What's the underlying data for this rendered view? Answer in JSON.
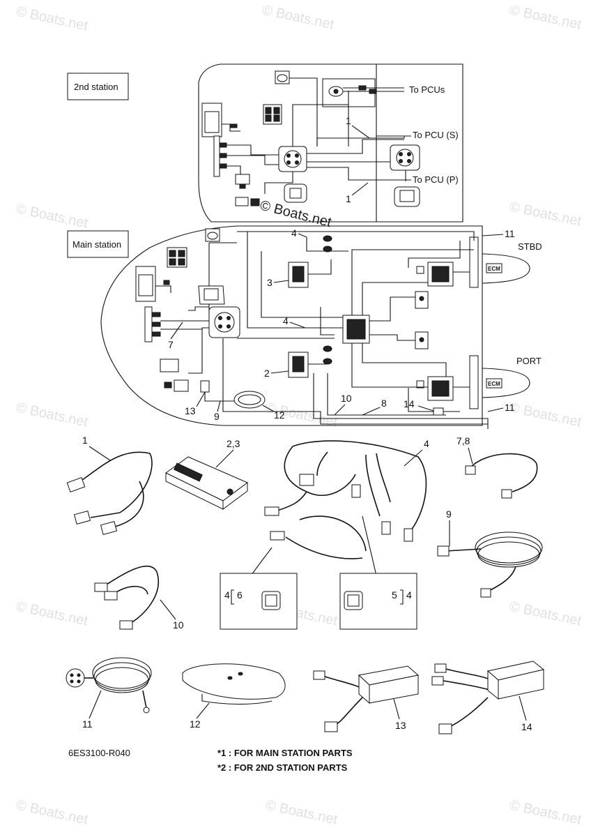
{
  "watermark": "© Boats.net",
  "diagram": {
    "second_station": {
      "title": "2nd station",
      "to_pcus": "To PCUs",
      "to_pcu_s": "To PCU (S)",
      "to_pcu_p": "To PCU (P)",
      "callouts": [
        "1",
        "1"
      ]
    },
    "main_station": {
      "title": "Main station",
      "stbd": "STBD",
      "port": "PORT",
      "ecm": "ECM",
      "callouts": [
        "11",
        "4",
        "3",
        "4",
        "7",
        "2",
        "13",
        "9",
        "12",
        "10",
        "8",
        "14",
        "11"
      ]
    },
    "parts": {
      "labels": [
        "1",
        "2,3",
        "4",
        "7,8",
        "9",
        "10",
        "11",
        "12",
        "13",
        "14"
      ],
      "detail_left": {
        "outer": "4",
        "inner": "6"
      },
      "detail_right": {
        "inner": "5",
        "outer": "4"
      }
    },
    "footer": {
      "code": "6ES3100-R040",
      "note1": "*1 : FOR MAIN STATION PARTS",
      "note2": "*2 : FOR 2ND STATION PARTS"
    }
  }
}
